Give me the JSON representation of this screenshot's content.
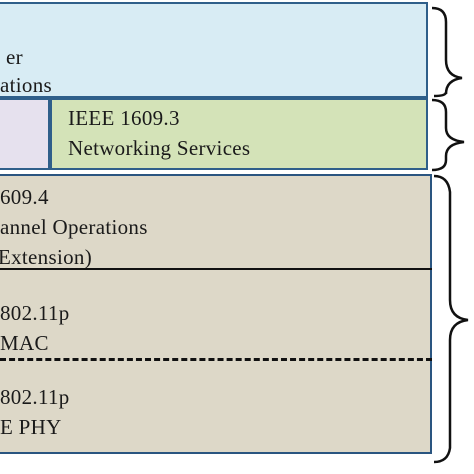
{
  "top_block": {
    "line1": "er",
    "line2": "ations",
    "color": "#d8ecf4"
  },
  "networking_block": {
    "line1": "IEEE 1609.3",
    "line2": "Networking  Services",
    "color": "#d4e3b8"
  },
  "left_partial_block": {
    "color": "#e6e1ee"
  },
  "channel_section": {
    "line1": "609.4",
    "line2": "annel  Operations",
    "line3": "Extension)"
  },
  "mac_section": {
    "line1": "802.11p",
    "line2": "MAC"
  },
  "phy_section": {
    "line1": "802.11p",
    "line2": "E PHY"
  },
  "lower_block_color": "#ddd8c8",
  "separators": {
    "mac_phy": "dashed"
  }
}
